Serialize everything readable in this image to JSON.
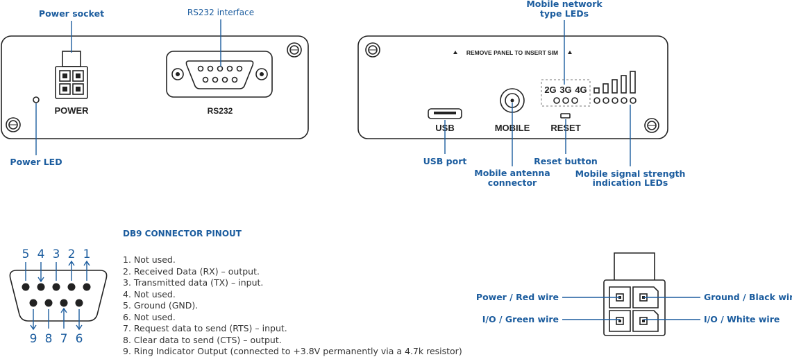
{
  "panels": {
    "left": {
      "callouts": {
        "power_socket": "Power socket",
        "rs232_interface": "RS232 interface",
        "power_led": "Power LED"
      },
      "labels": {
        "power": "POWER",
        "rs232": "RS232"
      }
    },
    "right": {
      "callouts": {
        "network_type_leds_line1": "Mobile network",
        "network_type_leds_line2": "type LEDs",
        "usb_port": "USB port",
        "antenna_line1": "Mobile antenna",
        "antenna_line2": "connector",
        "reset_button": "Reset button",
        "signal_line1": "Mobile signal strength",
        "signal_line2": "indication LEDs"
      },
      "labels": {
        "remove_panel": "REMOVE PANEL TO INSERT SIM",
        "usb": "USB",
        "mobile": "MOBILE",
        "reset": "RESET",
        "net_2g": "2G",
        "net_3g": "3G",
        "net_4g": "4G"
      }
    }
  },
  "db9": {
    "title": "DB9 CONNECTOR PINOUT",
    "top_pins": [
      "5",
      "4",
      "3",
      "2",
      "1"
    ],
    "bottom_pins": [
      "9",
      "8",
      "7",
      "6"
    ],
    "pinout": [
      "1. Not used.",
      "2. Received Data (RX) – output.",
      "3. Transmitted data (TX) – input.",
      "4. Not used.",
      "5. Ground (GND).",
      "6. Not used.",
      "7. Request data to send (RTS) – input.",
      "8. Clear data to send (CTS) – output.",
      "9. Ring Indicator Output (connected to +3.8V permanently via a 4.7k resistor)"
    ]
  },
  "power_connector": {
    "power_red": "Power / Red wire",
    "io_green": "I/O / Green wire",
    "ground_black": "Ground / Black wire",
    "io_white": "I/O / White wire"
  },
  "colors": {
    "accent": "#1b5c9e",
    "outline": "#222222"
  }
}
